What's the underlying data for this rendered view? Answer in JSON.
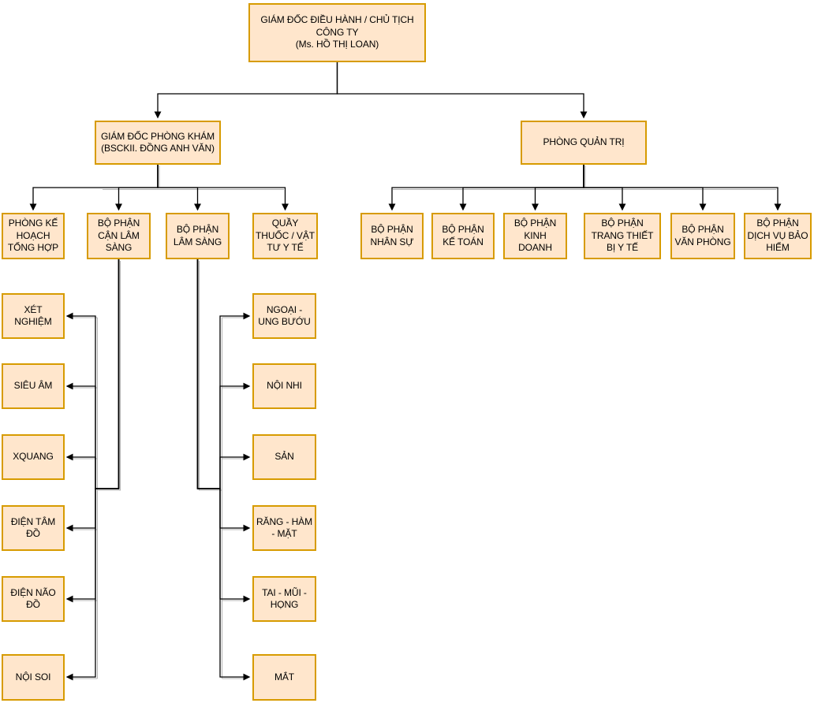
{
  "colors": {
    "node_fill": "#FFE6CC",
    "node_border": "#D79B00",
    "connector_line": "#000000",
    "connector_shadow": "#b3b3b3",
    "background": "#ffffff",
    "text": "#000000"
  },
  "org": {
    "ceo": {
      "title": "GIÁM ĐỐC ĐIỀU HÀNH / CHỦ TỊCH CÔNG TY",
      "person": "(Ms. HỒ THỊ LOAN)"
    },
    "clinic_director": {
      "title": "GIÁM ĐỐC PHÒNG KHÁM",
      "person": "(BSCKII. ĐỒNG ANH VĂN)"
    },
    "admin_office": {
      "title": "PHÒNG QUẢN TRỊ"
    },
    "clinic_departments": [
      "PHÒNG KẾ HOẠCH TỔNG HỢP",
      "BỘ PHẬN CẬN LÂM SÀNG",
      "BỘ PHẬN LÂM SÀNG",
      "QUẦY THUỐC / VẬT TƯ Y TẾ"
    ],
    "admin_departments": [
      "BỘ PHẬN NHÂN SỰ",
      "BỘ PHẬN KẾ TOÁN",
      "BỘ PHẬN KINH DOANH",
      "BỘ PHẬN TRANG THIẾT BỊ Y TẾ",
      "BỘ PHẬN VĂN PHÒNG",
      "BỘ PHẬN DỊCH VỤ BẢO HIỂM"
    ],
    "paraclinical_units": [
      "XÉT NGHIỆM",
      "SIÊU ÂM",
      "XQUANG",
      "ĐIỆN TÂM ĐỒ",
      "ĐIỆN NÃO ĐỒ",
      "NỘI SOI"
    ],
    "clinical_units": [
      "NGOẠI - UNG BƯỚU",
      "NỘI NHI",
      "SẢN",
      "RĂNG - HÀM - MẶT",
      "TAI - MŨI - HỌNG",
      "MẮT"
    ]
  }
}
